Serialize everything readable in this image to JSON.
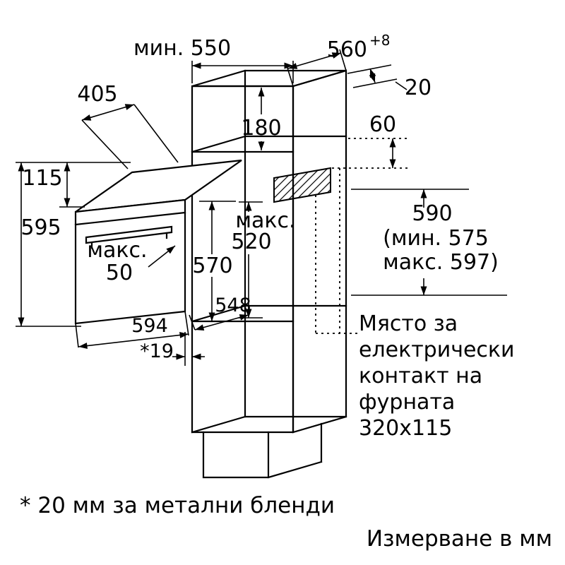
{
  "dims": {
    "min550": "мин. 550",
    "d560": "560",
    "d560sup": "+8",
    "d20": "20",
    "d405": "405",
    "d180": "180",
    "d60": "60",
    "d115": "115",
    "d595": "595",
    "maks520_word": "макс.",
    "d520": "520",
    "d570": "570",
    "maks50_word": "макс.",
    "d50": "50",
    "d594": "594",
    "d548": "548",
    "d19": "*19",
    "d590": "590",
    "d590_min": "(мин. 575",
    "d590_max": "макс. 597)"
  },
  "notes": {
    "socket1": "Място за",
    "socket2": "електрически",
    "socket3": "контакт на",
    "socket4": "фурната",
    "socket5": "320x115",
    "footnote": "* 20 мм за метални бленди",
    "units": "Измерване в мм"
  }
}
